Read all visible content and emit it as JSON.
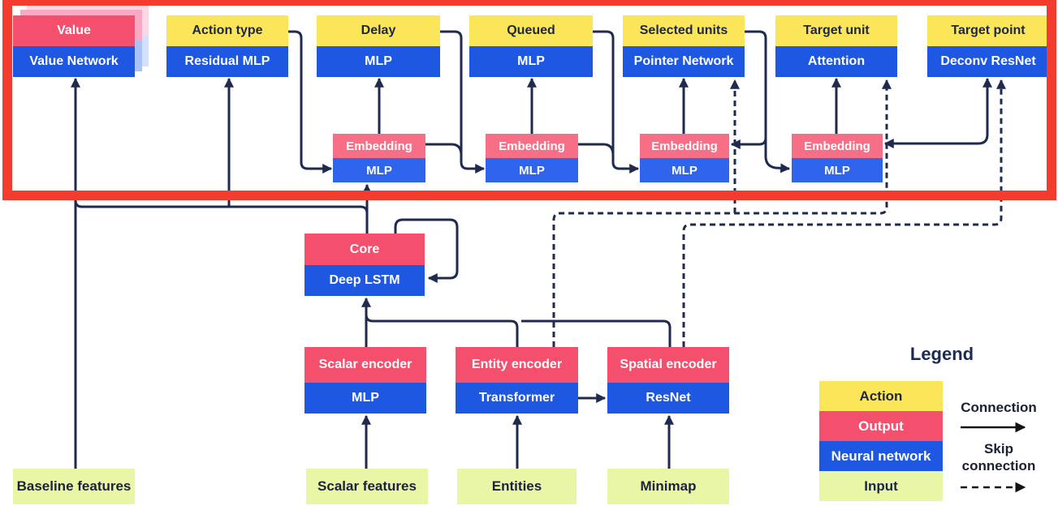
{
  "heads": [
    {
      "action": "Value",
      "network": "Value Network",
      "action_category": "output"
    },
    {
      "action": "Action type",
      "network": "Residual MLP",
      "action_category": "action"
    },
    {
      "action": "Delay",
      "network": "MLP",
      "action_category": "action"
    },
    {
      "action": "Queued",
      "network": "MLP",
      "action_category": "action"
    },
    {
      "action": "Selected units",
      "network": "Pointer Network",
      "action_category": "action"
    },
    {
      "action": "Target unit",
      "network": "Attention",
      "action_category": "action"
    },
    {
      "action": "Target point",
      "network": "Deconv ResNet",
      "action_category": "action"
    }
  ],
  "embeddings": [
    {
      "output": "Embedding",
      "network": "MLP"
    },
    {
      "output": "Embedding",
      "network": "MLP"
    },
    {
      "output": "Embedding",
      "network": "MLP"
    },
    {
      "output": "Embedding",
      "network": "MLP"
    }
  ],
  "core": {
    "output": "Core",
    "network": "Deep LSTM"
  },
  "encoders": [
    {
      "output": "Scalar encoder",
      "network": "MLP"
    },
    {
      "output": "Entity encoder",
      "network": "Transformer"
    },
    {
      "output": "Spatial encoder",
      "network": "ResNet"
    }
  ],
  "inputs": [
    "Baseline features",
    "Scalar features",
    "Entities",
    "Minimap"
  ],
  "legend": {
    "title": "Legend",
    "items": [
      {
        "label": "Action",
        "color": "#fbe558"
      },
      {
        "label": "Output",
        "color": "#f4506e"
      },
      {
        "label": "Neural network",
        "color": "#1d57e2"
      },
      {
        "label": "Input",
        "color": "#e9f6a5"
      }
    ],
    "connection_label": "Connection",
    "skip_connection_label": "Skip connection"
  },
  "connections": {
    "solid": [
      "Baseline features → Value Network",
      "Core → Value Network",
      "Core → Residual MLP",
      "Core → Embedding/MLP 1",
      "Action type → Embedding/MLP 1",
      "Embedding/MLP 1 → Delay MLP",
      "Embedding/MLP 1 → Embedding/MLP 2",
      "Delay → Embedding/MLP 2",
      "Embedding/MLP 2 → Queued MLP",
      "Embedding/MLP 2 → Embedding/MLP 3",
      "Queued → Embedding/MLP 3",
      "Embedding/MLP 3 → Pointer Network",
      "Selected units → Embedding/MLP 3",
      "Selected units → Embedding/MLP 4",
      "Embedding/MLP 4 → Attention",
      "Embedding/MLP 4 ↔ Deconv ResNet",
      "Deep LSTM → Deep LSTM (recurrent loop)",
      "Scalar encoder → Deep LSTM",
      "Entity encoder → Deep LSTM",
      "Spatial encoder → Deep LSTM",
      "Transformer → ResNet",
      "Scalar features → Scalar encoder",
      "Entities → Entity encoder",
      "Minimap → Spatial encoder"
    ],
    "skip": [
      "Entity encoder ⇢ Pointer Network",
      "Entity encoder ⇢ Attention",
      "Spatial encoder ⇢ Deconv ResNet"
    ]
  },
  "colors": {
    "action_yellow": "#fbe558",
    "output_pink": "#f4506e",
    "network_blue": "#1d57e2",
    "embedding_pink": "#f76f86",
    "embedding_blue": "#2f64ec",
    "input_green": "#e9f6a5",
    "wire_navy": "#1f2b4e",
    "highlight_red": "#f43c2e"
  }
}
